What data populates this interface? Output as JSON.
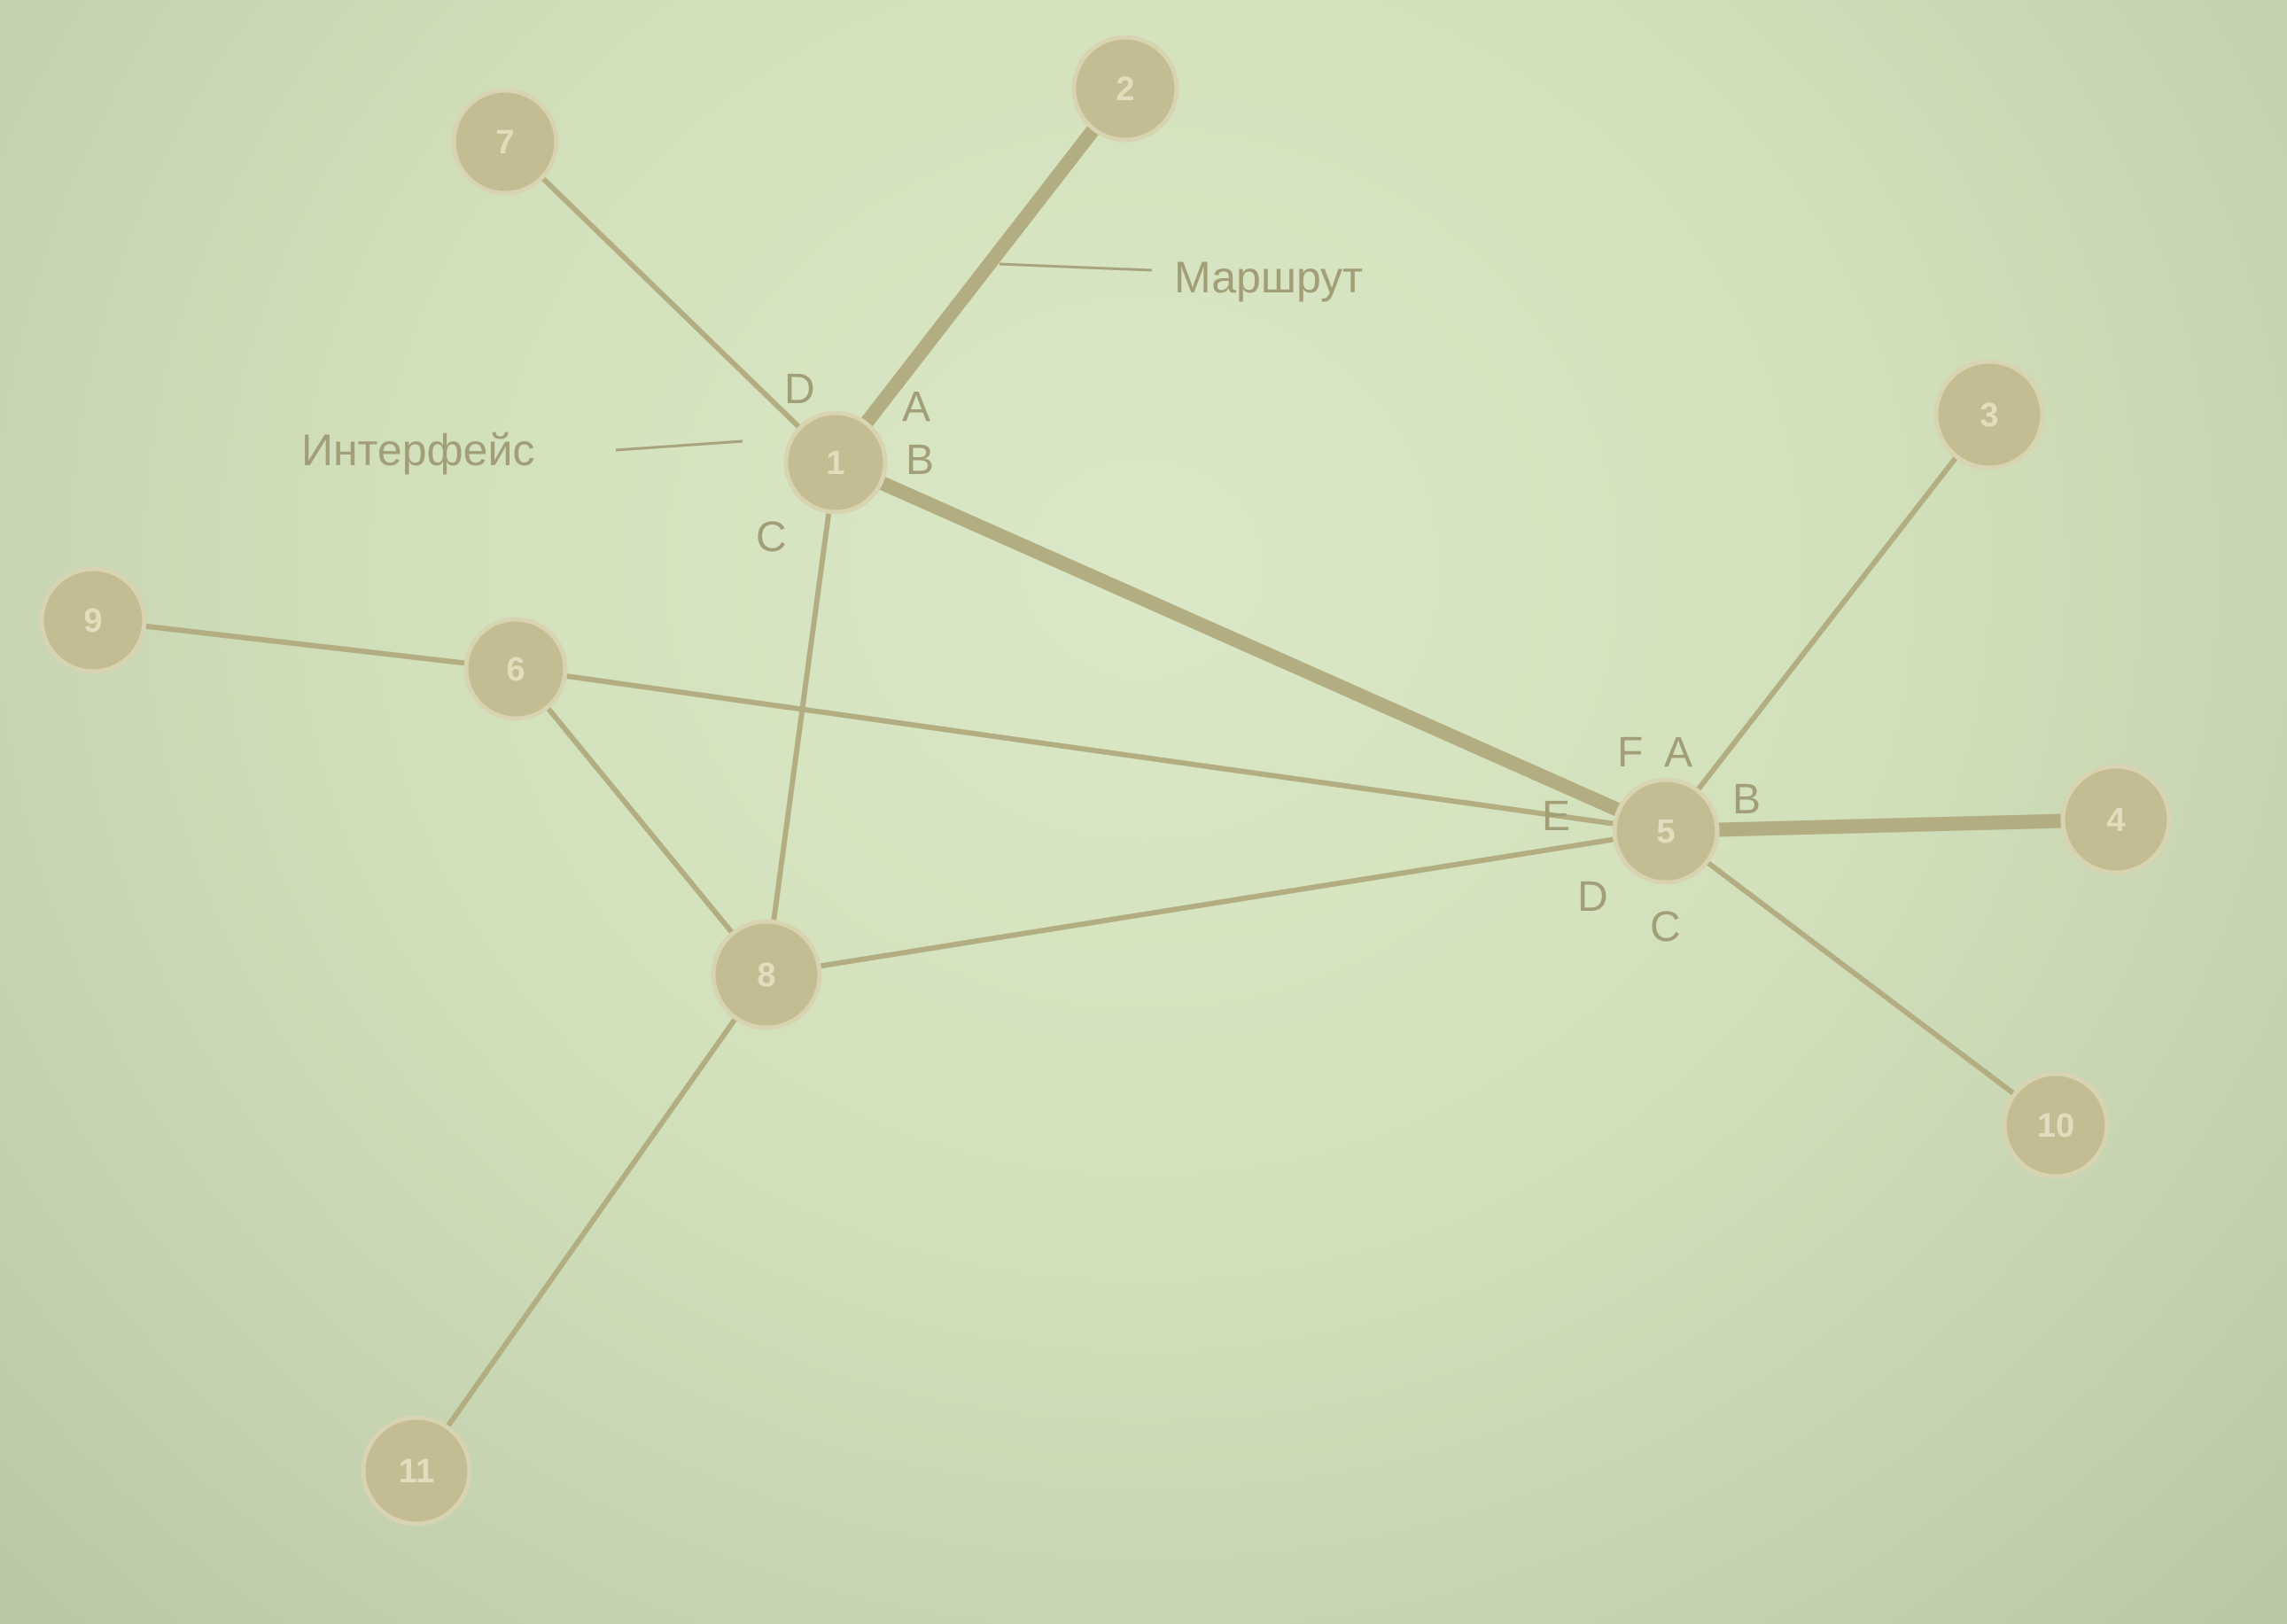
{
  "callouts": {
    "route": "Маршрут",
    "interface": "Интерфейс"
  },
  "nodes": [
    {
      "id": "1",
      "label": "1"
    },
    {
      "id": "2",
      "label": "2"
    },
    {
      "id": "3",
      "label": "3"
    },
    {
      "id": "4",
      "label": "4"
    },
    {
      "id": "5",
      "label": "5"
    },
    {
      "id": "6",
      "label": "6"
    },
    {
      "id": "7",
      "label": "7"
    },
    {
      "id": "8",
      "label": "8"
    },
    {
      "id": "9",
      "label": "9"
    },
    {
      "id": "10",
      "label": "10"
    },
    {
      "id": "11",
      "label": "11"
    }
  ],
  "edges": [
    {
      "from": "1",
      "to": "7",
      "route": false
    },
    {
      "from": "1",
      "to": "2",
      "route": true
    },
    {
      "from": "1",
      "to": "5",
      "route": true
    },
    {
      "from": "1",
      "to": "8",
      "route": false
    },
    {
      "from": "9",
      "to": "6",
      "route": false
    },
    {
      "from": "6",
      "to": "5",
      "route": false
    },
    {
      "from": "6",
      "to": "8",
      "route": false
    },
    {
      "from": "8",
      "to": "5",
      "route": false
    },
    {
      "from": "8",
      "to": "11",
      "route": false
    },
    {
      "from": "5",
      "to": "3",
      "route": false
    },
    {
      "from": "5",
      "to": "4",
      "route": true
    },
    {
      "from": "5",
      "to": "10",
      "route": false
    }
  ],
  "ports": {
    "node1": [
      "D",
      "A",
      "B",
      "C"
    ],
    "node5": [
      "F",
      "A",
      "B",
      "E",
      "D",
      "C"
    ]
  },
  "colors": {
    "line": "#b3ad82",
    "node_fill": "#c4bd93",
    "text": "#a29e78"
  }
}
